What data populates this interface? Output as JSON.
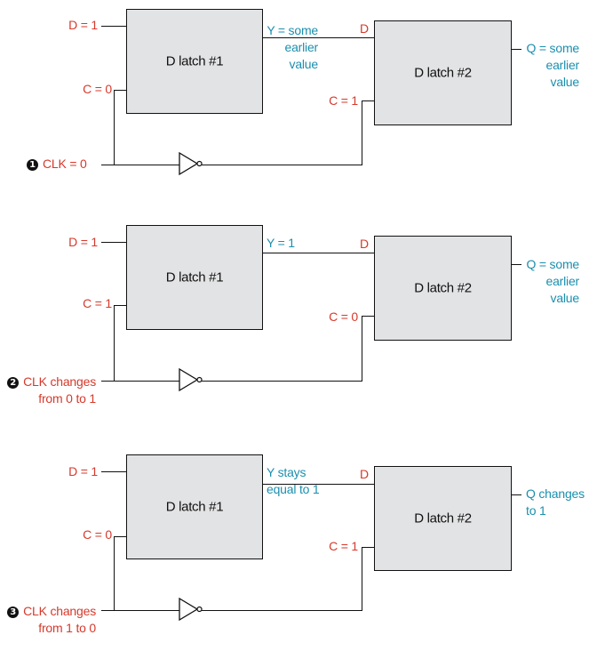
{
  "panels": [
    {
      "step": "1",
      "clk_lines": [
        "CLK = 0"
      ],
      "latch1": {
        "title": "D latch #1",
        "d_label": "D = 1",
        "c_label": "C = 0"
      },
      "y_lines": [
        "Y = some",
        "earlier",
        "value"
      ],
      "latch2": {
        "title": "D latch #2",
        "d_label": "D",
        "c_label": "C = 1"
      },
      "q_lines": [
        "Q = some",
        "earlier",
        "value"
      ]
    },
    {
      "step": "2",
      "clk_lines": [
        "CLK changes",
        "from 0 to 1"
      ],
      "latch1": {
        "title": "D latch #1",
        "d_label": "D = 1",
        "c_label": "C = 1"
      },
      "y_lines": [
        "Y = 1"
      ],
      "latch2": {
        "title": "D latch #2",
        "d_label": "D",
        "c_label": "C = 0"
      },
      "q_lines": [
        "Q = some",
        "earlier",
        "value"
      ]
    },
    {
      "step": "3",
      "clk_lines": [
        "CLK changes",
        "from 1 to 0"
      ],
      "latch1": {
        "title": "D latch #1",
        "d_label": "D = 1",
        "c_label": "C = 0"
      },
      "y_lines": [
        "Y stays",
        "equal to 1"
      ],
      "latch2": {
        "title": "D latch #2",
        "d_label": "D",
        "c_label": "C = 1"
      },
      "q_lines": [
        "Q changes",
        "to 1"
      ]
    }
  ],
  "colors": {
    "input_label": "#d6392b",
    "output_label": "#1b8fae",
    "latch_fill": "#e2e3e5",
    "wire": "#111111"
  }
}
